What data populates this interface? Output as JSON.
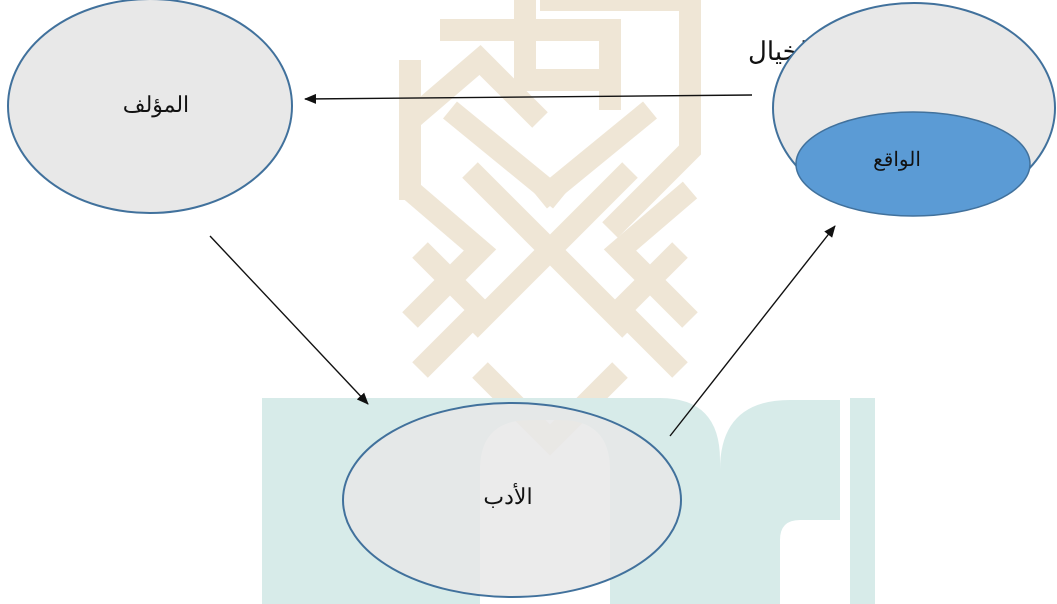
{
  "nodes": {
    "author": {
      "label": "المؤلف"
    },
    "reality": {
      "label": "الواقع"
    },
    "literature": {
      "label": "الأدب"
    }
  },
  "edges": {
    "imagination": {
      "label": "الخيال"
    }
  },
  "colors": {
    "node_fill": "#e8e8e8",
    "node_stroke": "#41719c",
    "reality_fill": "#5b9bd5",
    "arrow": "#111111",
    "watermark_gold": "#efe6d6",
    "watermark_teal": "#d7ebe9"
  },
  "watermark": {
    "description_icon": "university-logo-watermark-icon"
  }
}
